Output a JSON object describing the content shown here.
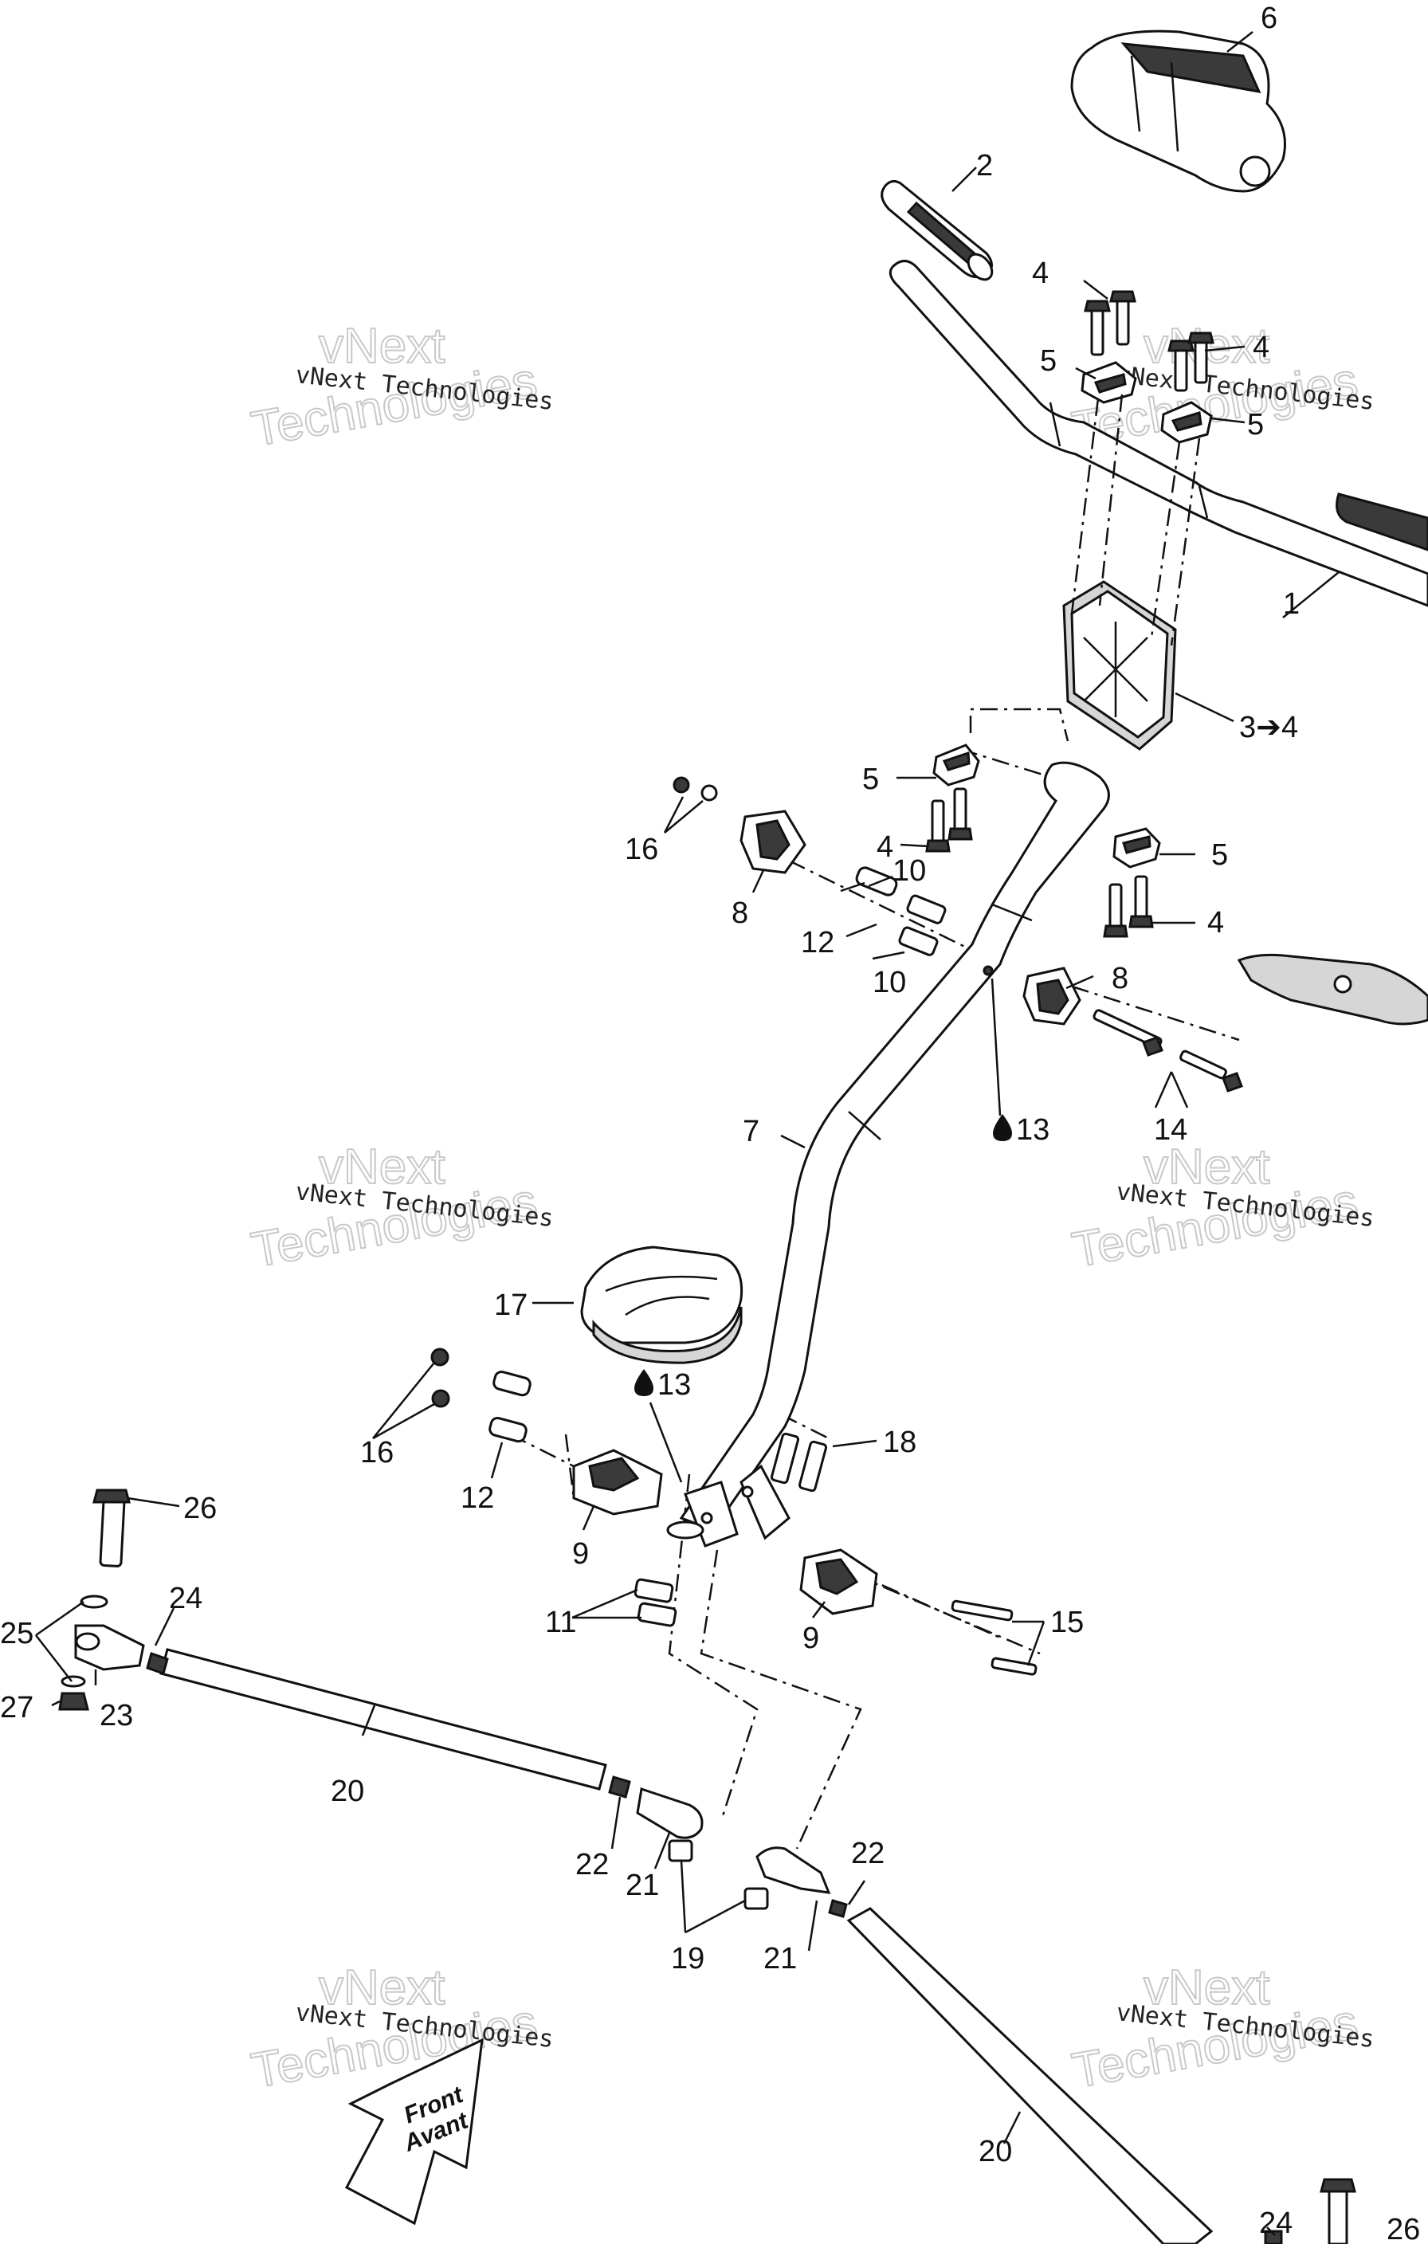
{
  "callouts": {
    "c1": "1",
    "c2": "2",
    "c3": "3➔4",
    "c4a": "4",
    "c4b": "4",
    "c4c": "4",
    "c4d": "4",
    "c5a": "5",
    "c5b": "5",
    "c5c": "5",
    "c5d": "5",
    "c6": "6",
    "c7": "7",
    "c8a": "8",
    "c8b": "8",
    "c9a": "9",
    "c9b": "9",
    "c10a": "10",
    "c10b": "10",
    "c11": "11",
    "c12a": "12",
    "c12b": "12",
    "c13a": "13",
    "c13b": "13",
    "c14": "14",
    "c15": "15",
    "c16a": "16",
    "c16b": "16",
    "c17": "17",
    "c18": "18",
    "c19": "19",
    "c20a": "20",
    "c20b": "20",
    "c21a": "21",
    "c21b": "21",
    "c22a": "22",
    "c22b": "22",
    "c23": "23",
    "c24a": "24",
    "c24b": "24",
    "c25": "25",
    "c26": "26",
    "c27": "27",
    "c2x": "26"
  },
  "watermark": {
    "line1": "vNext Technologies",
    "line2": "vNext",
    "line3": "Technologies"
  },
  "front_arrow": {
    "line1": "Front",
    "line2": "Avant"
  },
  "drop_symbol": "drop-icon"
}
